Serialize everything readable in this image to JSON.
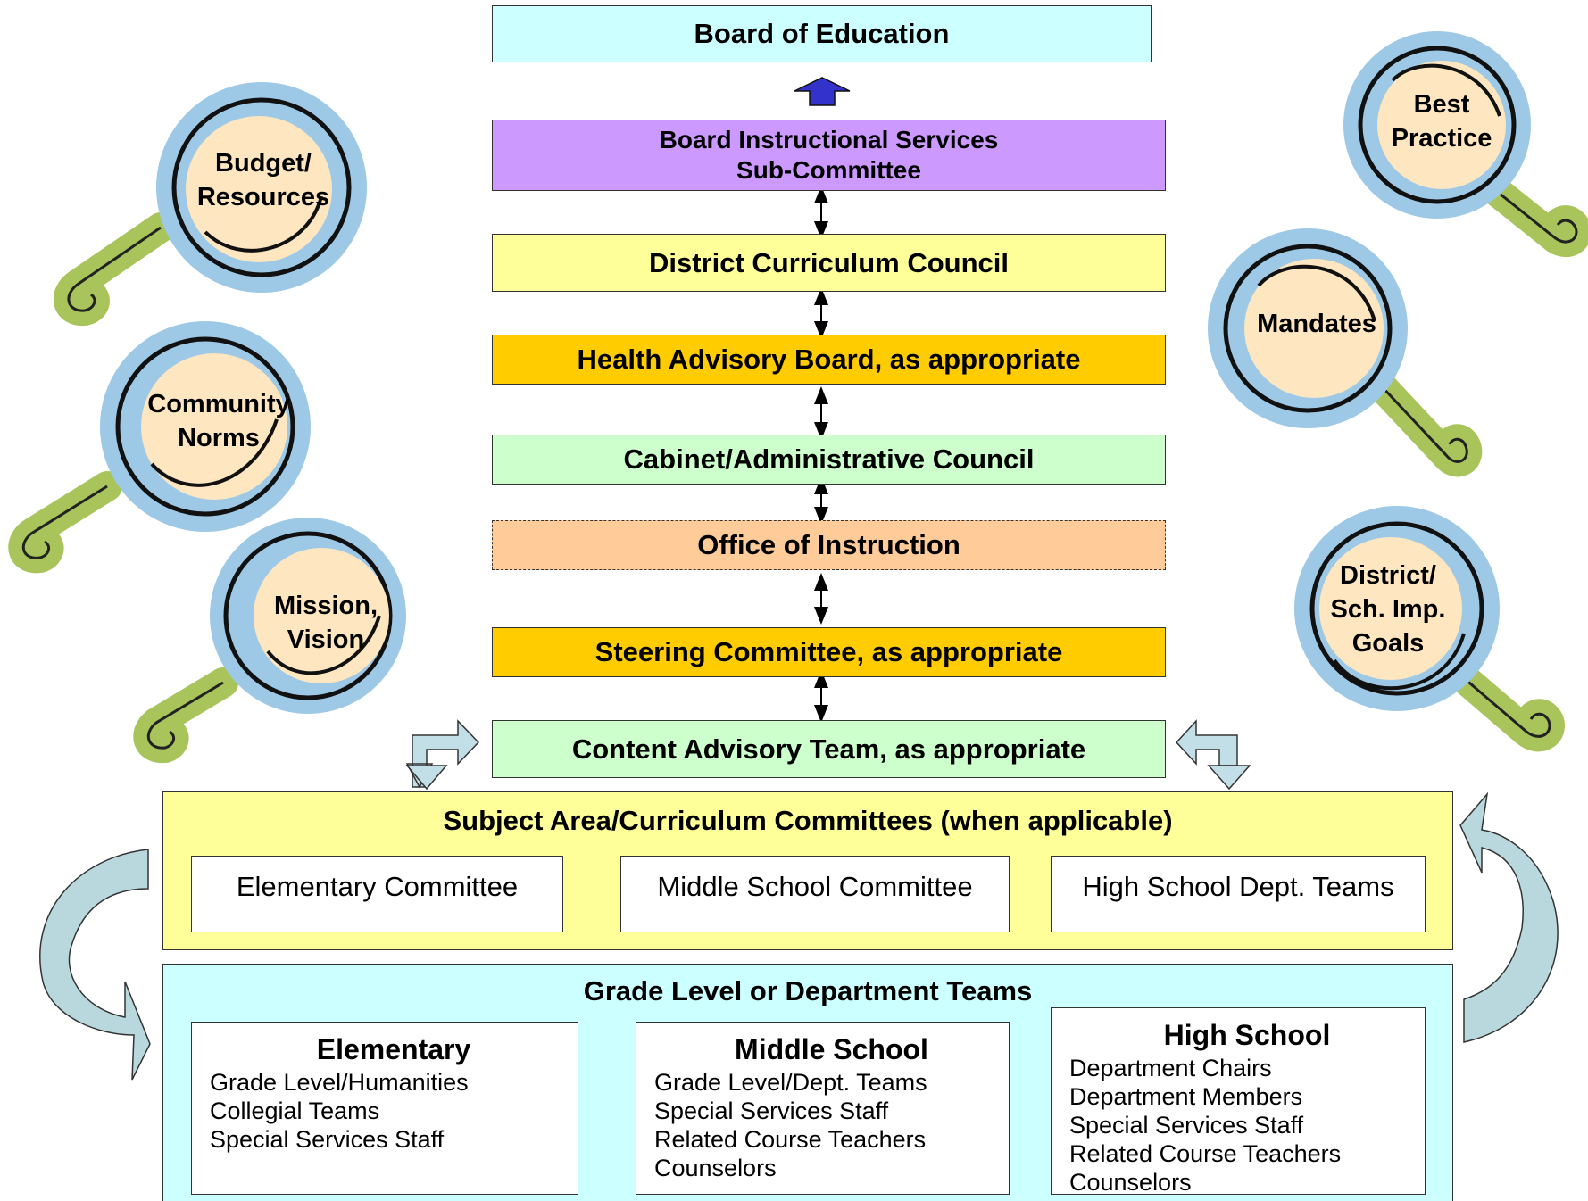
{
  "hierarchy": {
    "board_of_education": "Board of Education",
    "board_instructional": {
      "line1": "Board Instructional Services",
      "line2": "Sub-Committee"
    },
    "district_curriculum_council": "District Curriculum Council",
    "health_advisory_board": "Health Advisory Board, as appropriate",
    "cabinet_council": "Cabinet/Administrative Council",
    "office_of_instruction": "Office of Instruction",
    "steering_committee": "Steering Committee, as appropriate",
    "content_advisory_team": "Content Advisory Team, as appropriate"
  },
  "subject_area": {
    "title": "Subject Area/Curriculum Committees (when applicable)",
    "committees": [
      "Elementary Committee",
      "Middle School Committee",
      "High School Dept. Teams"
    ]
  },
  "grade_level": {
    "title": "Grade Level or Department Teams",
    "groups": [
      {
        "heading": "Elementary",
        "items": [
          "Grade Level/Humanities",
          "Collegial Teams",
          "Special Services Staff"
        ]
      },
      {
        "heading": "Middle School",
        "items": [
          "Grade Level/Dept. Teams",
          "Special Services Staff",
          "Related Course Teachers",
          "Counselors"
        ]
      },
      {
        "heading": "High School",
        "items": [
          "Department Chairs",
          "Department Members",
          "Special Services Staff",
          "Related Course Teachers",
          "Counselors"
        ]
      }
    ]
  },
  "influences": {
    "budget": {
      "line1": "Budget/",
      "line2": "Resources"
    },
    "community": {
      "line1": "Community",
      "line2": "Norms"
    },
    "mission": {
      "line1": "Mission,",
      "line2": "Vision"
    },
    "best_practice": {
      "line1": "Best",
      "line2": "Practice"
    },
    "mandates": {
      "line1": "Mandates"
    },
    "district_goals": {
      "line1": "District/",
      "line2": "Sch. Imp.",
      "line3": "Goals"
    }
  },
  "colors": {
    "board_of_education": "#ccffff",
    "board_instructional": "#cc99ff",
    "district_curriculum_council": "#ffff99",
    "advisory_gold": "#ffcc00",
    "cabinet_green": "#ccffcc",
    "office_of_instruction": "#ffcc99",
    "subject_area_panel": "#ffff99",
    "grade_level_panel": "#ccffff",
    "up_arrow": "#3333cc",
    "lens_rim": "#9ec9e6",
    "lens_face": "#fde6c0",
    "handle": "#a8c45a"
  }
}
